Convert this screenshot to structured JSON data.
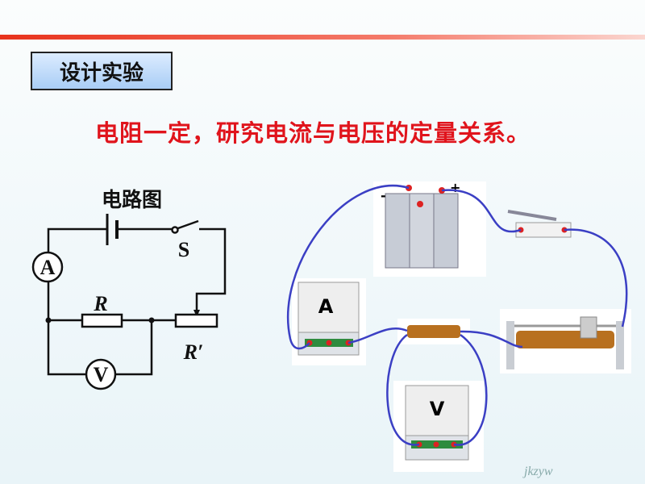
{
  "header": {
    "title": "设计实验",
    "subtitle": "电阻一定，研究电流与电压的定量关系。"
  },
  "diagram": {
    "title": "电路图",
    "labels": {
      "switch": "S",
      "resistor": "R",
      "rheostat": "R′",
      "ammeter": "A",
      "voltmeter": "V"
    }
  },
  "apparatus": {
    "ammeter_label": "A",
    "voltmeter_label": "V",
    "battery_minus": "-",
    "battery_plus": "+"
  },
  "watermark": "jkzyw",
  "colors": {
    "accent": "#e0141c",
    "wire": "#3b3fc4"
  }
}
